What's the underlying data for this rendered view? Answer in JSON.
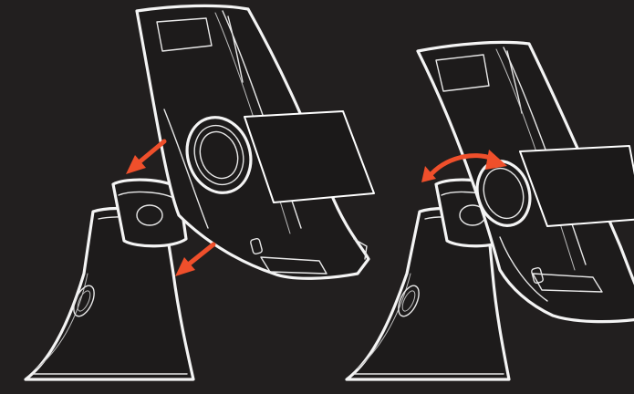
{
  "illustration": {
    "background": "#221f1f",
    "outline_color": "#f4f4f4",
    "arrow_color": "#ef4f2b",
    "panels": [
      {
        "step": "detach",
        "arrow_icon": "arrow-down-left-icon",
        "arrow_count": 2
      },
      {
        "step": "rotate",
        "arrow_icon": "curved-arrow-right-icon",
        "arrow_count": 1
      }
    ]
  }
}
